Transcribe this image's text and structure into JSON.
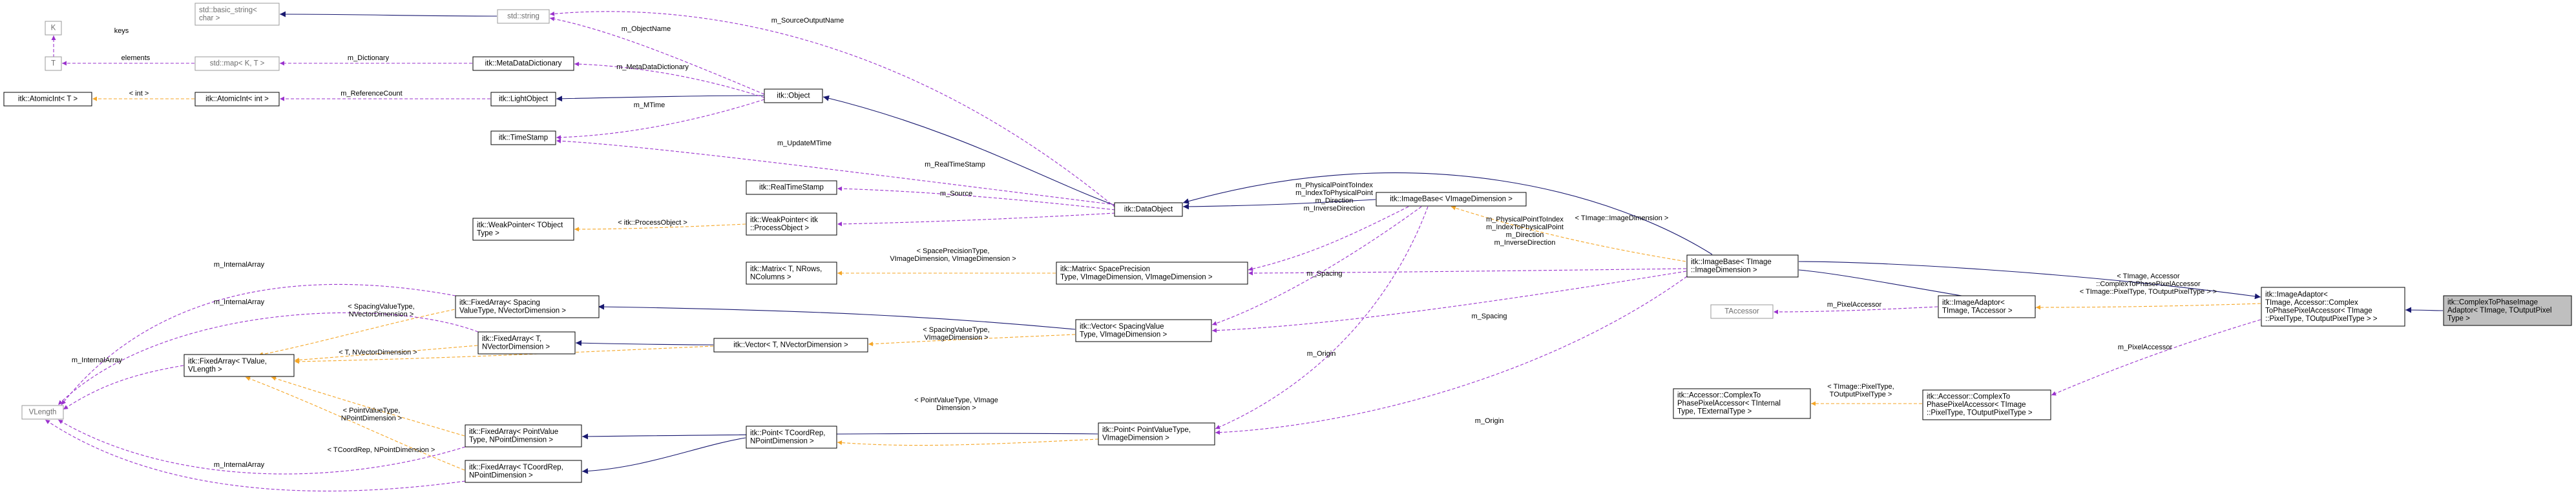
{
  "diagram": {
    "nodes": [
      {
        "id": "K",
        "lines": [
          "K"
        ],
        "grey": true
      },
      {
        "id": "T",
        "lines": [
          "T"
        ],
        "grey": true
      },
      {
        "id": "AtomicIntT",
        "lines": [
          "itk::AtomicInt< T >"
        ]
      },
      {
        "id": "VLength",
        "lines": [
          "VLength"
        ],
        "grey": true
      },
      {
        "id": "basic_string",
        "lines": [
          "std::basic_string<",
          "char >"
        ],
        "grey": true
      },
      {
        "id": "map",
        "lines": [
          "std::map< K, T >"
        ],
        "grey": true
      },
      {
        "id": "AtomicIntInt",
        "lines": [
          "itk::AtomicInt< int >"
        ]
      },
      {
        "id": "string",
        "lines": [
          "std::string"
        ],
        "grey": true
      },
      {
        "id": "MetaDataDictionary",
        "lines": [
          "itk::MetaDataDictionary"
        ]
      },
      {
        "id": "LightObject",
        "lines": [
          "itk::LightObject"
        ]
      },
      {
        "id": "TimeStamp",
        "lines": [
          "itk::TimeStamp"
        ]
      },
      {
        "id": "Object",
        "lines": [
          "itk::Object"
        ]
      },
      {
        "id": "RealTimeStamp",
        "lines": [
          "itk::RealTimeStamp"
        ]
      },
      {
        "id": "WeakPointerT",
        "lines": [
          "itk::WeakPointer< TObject",
          "Type >"
        ]
      },
      {
        "id": "WeakPointerPO",
        "lines": [
          "itk::WeakPointer< itk",
          "::ProcessObject >"
        ]
      },
      {
        "id": "DataObject",
        "lines": [
          "itk::DataObject"
        ]
      },
      {
        "id": "MatrixT",
        "lines": [
          "itk::Matrix< T, NRows,",
          "NColumns >"
        ]
      },
      {
        "id": "MatrixSP",
        "lines": [
          "itk::Matrix< SpacePrecision",
          "Type, VImageDimension, VImageDimension >"
        ]
      },
      {
        "id": "ImageBaseV",
        "lines": [
          "itk::ImageBase< VImageDimension >"
        ]
      },
      {
        "id": "FixedArraySpacing",
        "lines": [
          "itk::FixedArray< Spacing",
          "ValueType, NVectorDimension >"
        ]
      },
      {
        "id": "FixedArrayT",
        "lines": [
          "itk::FixedArray< T,",
          "NVectorDimension >"
        ]
      },
      {
        "id": "FixedArrayTV",
        "lines": [
          "itk::FixedArray< TValue,",
          "VLength >"
        ]
      },
      {
        "id": "VectorT",
        "lines": [
          "itk::Vector< T, NVectorDimension >"
        ]
      },
      {
        "id": "VectorSV",
        "lines": [
          "itk::Vector< SpacingValue",
          "Type, VImageDimension >"
        ]
      },
      {
        "id": "FixedArrayPoint",
        "lines": [
          "itk::FixedArray< PointValue",
          "Type, NPointDimension >"
        ]
      },
      {
        "id": "FixedArrayTCoord",
        "lines": [
          "itk::FixedArray< TCoordRep,",
          "NPointDimension >"
        ]
      },
      {
        "id": "PointTCoord",
        "lines": [
          "itk::Point< TCoordRep,",
          "NPointDimension >"
        ]
      },
      {
        "id": "PointPV",
        "lines": [
          "itk::Point< PointValueType,",
          "VImageDimension >"
        ]
      },
      {
        "id": "ImageBaseT",
        "lines": [
          "itk::ImageBase< TImage",
          "::ImageDimension >"
        ]
      },
      {
        "id": "TAccessor",
        "lines": [
          "TAccessor"
        ],
        "grey": true
      },
      {
        "id": "ComplexToPhase",
        "lines": [
          "itk::Accessor::ComplexTo",
          "PhasePixelAccessor< TInternal",
          "Type, TExternalType >"
        ]
      },
      {
        "id": "ImageAdaptorT",
        "lines": [
          "itk::ImageAdaptor<",
          "TImage, TAccessor >"
        ]
      },
      {
        "id": "ComplexToPhaseT",
        "lines": [
          "itk::Accessor::ComplexTo",
          "PhasePixelAccessor< TImage",
          "::PixelType, TOutputPixelType >"
        ]
      },
      {
        "id": "ImageAdaptorC",
        "lines": [
          "itk::ImageAdaptor<",
          "TImage, Accessor::Complex",
          "ToPhasePixelAccessor< TImage",
          "::PixelType, TOutputPixelType > >"
        ]
      },
      {
        "id": "Focus",
        "lines": [
          "itk::ComplexToPhaseImage",
          "Adaptor< TImage, TOutputPixel",
          "Type >"
        ],
        "focus": true
      }
    ],
    "edge_labels": [
      {
        "id": "keys",
        "lines": [
          "keys"
        ]
      },
      {
        "id": "elements",
        "lines": [
          "elements"
        ]
      },
      {
        "id": "lt_int",
        "lines": [
          "< int >"
        ]
      },
      {
        "id": "m_ReferenceCount",
        "lines": [
          "m_ReferenceCount"
        ]
      },
      {
        "id": "m_Dictionary",
        "lines": [
          "m_Dictionary"
        ]
      },
      {
        "id": "m_ObjectName",
        "lines": [
          "m_ObjectName"
        ]
      },
      {
        "id": "m_SourceOutputName",
        "lines": [
          "m_SourceOutputName"
        ]
      },
      {
        "id": "m_MetaDataDictionary",
        "lines": [
          "m_MetaDataDictionary"
        ]
      },
      {
        "id": "m_MTime",
        "lines": [
          "m_MTime"
        ]
      },
      {
        "id": "m_UpdateMTime",
        "lines": [
          "m_UpdateMTime"
        ]
      },
      {
        "id": "m_RealTimeStamp",
        "lines": [
          "m_RealTimeStamp"
        ]
      },
      {
        "id": "m_Source",
        "lines": [
          "m_Source"
        ]
      },
      {
        "id": "lt_itk_ProcessObject",
        "lines": [
          "< itk::ProcessObject >"
        ]
      },
      {
        "id": "imagebase_v_members",
        "lines": [
          "m_PhysicalPointToIndex",
          "m_IndexToPhysicalPoint",
          "m_Direction",
          "m_InverseDirection"
        ]
      },
      {
        "id": "lt_TImage_ImageDimension",
        "lines": [
          "< TImage::ImageDimension >"
        ]
      },
      {
        "id": "imagebase_t_members",
        "lines": [
          "m_PhysicalPointToIndex",
          "m_IndexToPhysicalPoint",
          "m_Direction",
          "m_InverseDirection"
        ]
      },
      {
        "id": "lt_SpacePrecisionType",
        "lines": [
          "< SpacePrecisionType,",
          "VImageDimension, VImageDimension >"
        ]
      },
      {
        "id": "m_Spacing_v",
        "lines": [
          "m_Spacing"
        ]
      },
      {
        "id": "m_Spacing_t",
        "lines": [
          "m_Spacing"
        ]
      },
      {
        "id": "m_InternalArray_1",
        "lines": [
          "m_InternalArray"
        ]
      },
      {
        "id": "m_InternalArray_2",
        "lines": [
          "m_InternalArray"
        ]
      },
      {
        "id": "m_InternalArray_3",
        "lines": [
          "m_InternalArray"
        ]
      },
      {
        "id": "m_InternalArray_4",
        "lines": [
          "m_InternalArray"
        ]
      },
      {
        "id": "m_InternalArray_5",
        "lines": [
          "m_InternalArray"
        ]
      },
      {
        "id": "lt_SpacingValueType_N",
        "lines": [
          "< SpacingValueType,",
          "NVectorDimension >"
        ]
      },
      {
        "id": "lt_T_NVectorDimension",
        "lines": [
          "< T, NVectorDimension >"
        ]
      },
      {
        "id": "lt_SpacingValueType_V",
        "lines": [
          "< SpacingValueType,",
          "VImageDimension >"
        ]
      },
      {
        "id": "lt_PointValueType_N",
        "lines": [
          "< PointValueType,",
          "NPointDimension >"
        ]
      },
      {
        "id": "lt_TCoordRep_N",
        "lines": [
          "< TCoordRep, NPointDimension >"
        ]
      },
      {
        "id": "lt_PointValueType_V",
        "lines": [
          "< PointValueType, VImage",
          "Dimension >"
        ]
      },
      {
        "id": "m_Origin_v",
        "lines": [
          "m_Origin"
        ]
      },
      {
        "id": "m_Origin_t",
        "lines": [
          "m_Origin"
        ]
      },
      {
        "id": "m_PixelAccessor_1",
        "lines": [
          "m_PixelAccessor"
        ]
      },
      {
        "id": "m_PixelAccessor_2",
        "lines": [
          "m_PixelAccessor"
        ]
      },
      {
        "id": "lt_TImage_Accessor",
        "lines": [
          "< TImage, Accessor",
          "::ComplexToPhasePixelAccessor",
          "< TImage::PixelType, TOutputPixelType > >"
        ]
      },
      {
        "id": "lt_TImage_PixelType",
        "lines": [
          "< TImage::PixelType,",
          "TOutputPixelType >"
        ]
      }
    ]
  }
}
